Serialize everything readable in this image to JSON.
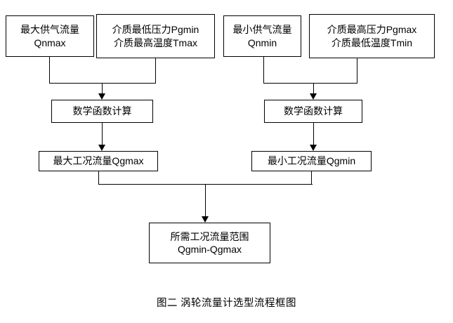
{
  "figure": {
    "caption": "图二  涡轮流量计选型流程框图",
    "stroke_color": "#000000",
    "background_color": "#ffffff"
  },
  "nodes": {
    "qnmax": {
      "line1": "最大供气流量",
      "line2": "Qnmax"
    },
    "pgmin": {
      "line1": "介质最低压力Pgmin",
      "line2": "介质最高温度Tmax"
    },
    "qnmin": {
      "line1": "最小供气流量",
      "line2": "Qnmin"
    },
    "pgmax": {
      "line1": "介质最高压力Pgmax",
      "line2": "介质最低温度Tmin"
    },
    "calc_left": {
      "line1": "数学函数计算"
    },
    "calc_right": {
      "line1": "数学函数计算"
    },
    "qgmax": {
      "line1": "最大工况流量Qgmax"
    },
    "qgmin": {
      "line1": "最小工况流量Qgmin"
    },
    "result": {
      "line1": "所需工况流量范围",
      "line2": "Qgmin-Qgmax"
    }
  },
  "chart_data": {
    "type": "diagram",
    "title": "图二  涡轮流量计选型流程框图",
    "orientation": "top-down",
    "levels": [
      {
        "level": 1,
        "nodes": [
          {
            "id": "qnmax",
            "text": "最大供气流量 Qnmax"
          },
          {
            "id": "pgmin",
            "text": "介质最低压力Pgmin 介质最高温度Tmax"
          },
          {
            "id": "qnmin",
            "text": "最小供气流量 Qnmin"
          },
          {
            "id": "pgmax",
            "text": "介质最高压力Pgmax 介质最低温度Tmin"
          }
        ]
      },
      {
        "level": 2,
        "nodes": [
          {
            "id": "calc_left",
            "text": "数学函数计算"
          },
          {
            "id": "calc_right",
            "text": "数学函数计算"
          }
        ]
      },
      {
        "level": 3,
        "nodes": [
          {
            "id": "qgmax",
            "text": "最大工况流量Qgmax"
          },
          {
            "id": "qgmin",
            "text": "最小工况流量Qgmin"
          }
        ]
      },
      {
        "level": 4,
        "nodes": [
          {
            "id": "result",
            "text": "所需工况流量范围 Qgmin-Qgmax"
          }
        ]
      }
    ],
    "edges": [
      {
        "from": "qnmax",
        "to": "calc_left",
        "style": "orthogonal-merge",
        "arrow": true
      },
      {
        "from": "pgmin",
        "to": "calc_left",
        "style": "orthogonal-merge",
        "arrow": true
      },
      {
        "from": "qnmin",
        "to": "calc_right",
        "style": "orthogonal-merge",
        "arrow": true
      },
      {
        "from": "pgmax",
        "to": "calc_right",
        "style": "orthogonal-merge",
        "arrow": true
      },
      {
        "from": "calc_left",
        "to": "qgmax",
        "style": "straight",
        "arrow": true
      },
      {
        "from": "calc_right",
        "to": "qgmin",
        "style": "straight",
        "arrow": true
      },
      {
        "from": "qgmax",
        "to": "result",
        "style": "orthogonal-merge",
        "arrow": true
      },
      {
        "from": "qgmin",
        "to": "result",
        "style": "orthogonal-merge",
        "arrow": true
      }
    ]
  }
}
